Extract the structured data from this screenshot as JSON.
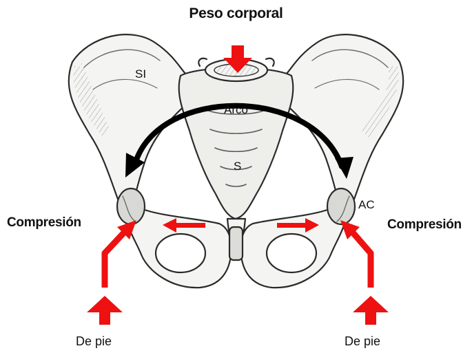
{
  "labels": {
    "title": "Peso corporal",
    "compression_left": "Compresión",
    "compression_right": "Compresión",
    "standing_left": "De pie",
    "standing_right": "De pie",
    "si": "SI",
    "arch": "Arco",
    "sacrum": "S",
    "acetabulum": "AC"
  },
  "colors": {
    "force_arrows": "#ee1111",
    "arch_arrow": "#000000",
    "bone_fill": "#f4f4f2",
    "bone_stroke": "#2a2a2a",
    "bone_shade": "#8a8a8a"
  }
}
